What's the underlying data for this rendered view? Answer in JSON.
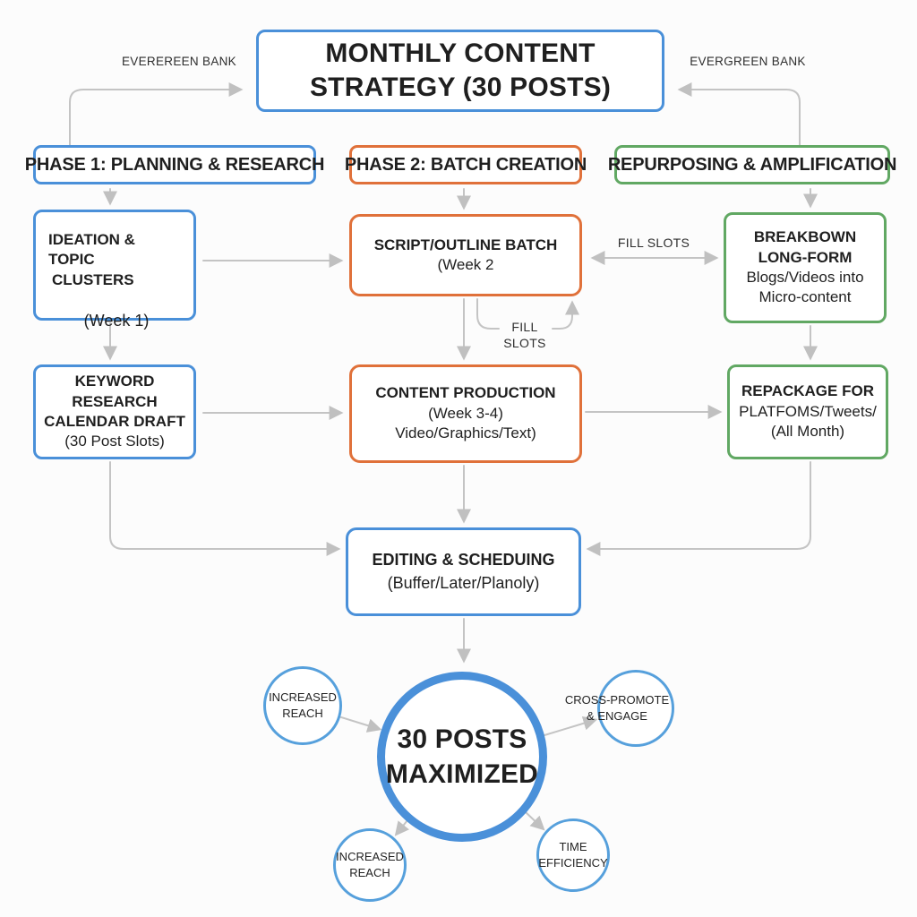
{
  "title": {
    "line1": "MONTHLY CONTENT",
    "line2": "STRATEGY (30 POSTS)"
  },
  "evergreen": {
    "left_label": "EVEREREEN BANK",
    "right_label": "EVERGREEN BANK"
  },
  "phases": {
    "phase1": "PHASE 1: PLANNING & RESEARCH",
    "phase2": "PHASE 2: BATCH CREATION",
    "phase3": "REPURPOSING & AMPLIFICATION"
  },
  "boxes": {
    "ideation": {
      "line1": "IDEATION & TOPIC",
      "line2": "CLUSTERS",
      "subtitle": "(Week 1)"
    },
    "script": {
      "line1": "SCRIPT/OUTLINE BATCH",
      "line2": "(Week 2"
    },
    "breakdown": {
      "line1": "BREAKBOWN",
      "line2": "LONG-FORM",
      "line3": "Blogs/Videos into",
      "line4": "Micro-content"
    },
    "keyword": {
      "line1": "KEYWORD RESEARCH",
      "line2": "CALENDAR DRAFT",
      "line3": "(30 Post Slots)"
    },
    "production": {
      "line1": "CONTENT PRODUCTION",
      "line2": "(Week 3-4)",
      "line3": "Video/Graphics/Text)"
    },
    "repackage": {
      "line1": "REPACKAGE FOR",
      "line2": "PLATFOMS/Tweets/",
      "line3": "(All Month)"
    },
    "editing": {
      "line1": "EDITING & SCHEDUING",
      "line2": "(Buffer/Later/Planoly)"
    }
  },
  "connectors": {
    "fill_slots": "FILL SLOTS",
    "fill_loop_line1": "FILL",
    "fill_loop_line2": "SLOTS"
  },
  "result": {
    "center": {
      "line1": "30 POSTS",
      "line2": "MAXIMIZED"
    },
    "satellite_top_left": {
      "line1": "INCREASED",
      "line2": "REACH"
    },
    "satellite_top_right": {
      "line1": "CROSS-PROMOTE",
      "line2": "& ENGAGE"
    },
    "satellite_bottom_left": {
      "line1": "INCREASED",
      "line2": "REACH"
    },
    "satellite_bottom_right": {
      "line1": "TIME",
      "line2": "EFFICIENCY"
    }
  },
  "colors": {
    "blue": "#4A90D9",
    "orange": "#E0713A",
    "green": "#61A863",
    "arrow_gray": "#C4C4C4",
    "text": "#1F1F1F",
    "background": "#FCFCFC"
  }
}
